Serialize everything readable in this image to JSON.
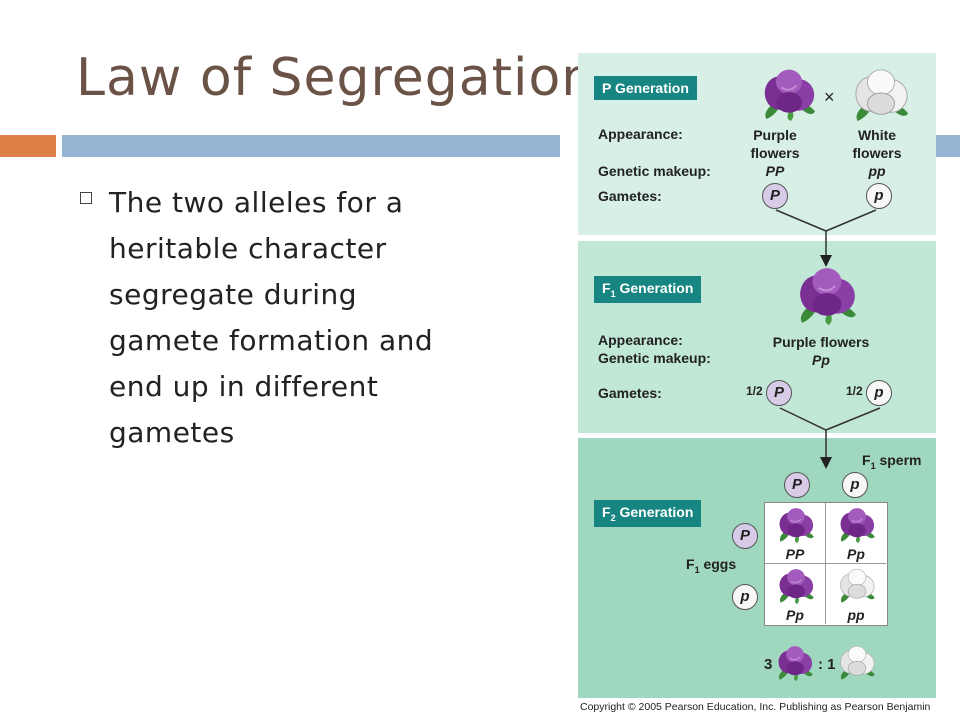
{
  "slide": {
    "title": "Law of Segregation",
    "bullet": "The two alleles for a heritable character segregate during gamete formation and end up in different gametes"
  },
  "colors": {
    "title": "#6b5246",
    "accent_orange": "#dd8047",
    "accent_blue": "#94b6d2",
    "label_teal": "#178582",
    "flower_purple": "#8a3fa6",
    "flower_white": "#eeeeee"
  },
  "figure": {
    "p_generation": {
      "label": "P Generation",
      "cross_symbol": "×",
      "appearance_label": "Appearance:",
      "genetic_label": "Genetic makeup:",
      "gametes_label": "Gametes:",
      "parent1_appearance": "Purple\nflowers",
      "parent1_genotype": "PP",
      "parent1_gamete": "P",
      "parent2_appearance": "White\nflowers",
      "parent2_genotype": "pp",
      "parent2_gamete": "p"
    },
    "f1_generation": {
      "label_main": "F",
      "label_sub": "1",
      "label_rest": " Generation",
      "appearance_label": "Appearance:",
      "genetic_label": "Genetic makeup:",
      "gametes_label": "Gametes:",
      "appearance": "Purple flowers",
      "genotype": "Pp",
      "gamete_fraction_1": "1/2",
      "gamete_1": "P",
      "gamete_fraction_2": "1/2",
      "gamete_2": "p"
    },
    "f2_generation": {
      "label_main": "F",
      "label_sub": "2",
      "label_rest": " Generation",
      "sperm_label_main": "F",
      "sperm_label_sub": "1",
      "sperm_label_rest": " sperm",
      "eggs_label_main": "F",
      "eggs_label_sub": "1",
      "eggs_label_rest": " eggs",
      "sperm": [
        "P",
        "p"
      ],
      "eggs": [
        "P",
        "p"
      ],
      "cells": [
        {
          "genotype": "PP",
          "color": "purple"
        },
        {
          "genotype": "Pp",
          "color": "purple"
        },
        {
          "genotype": "Pp",
          "color": "purple"
        },
        {
          "genotype": "pp",
          "color": "white"
        }
      ],
      "ratio_left": "3",
      "ratio_right": ": 1"
    },
    "copyright": "Copyright © 2005 Pearson Education, Inc. Publishing as Pearson Benjamin"
  }
}
